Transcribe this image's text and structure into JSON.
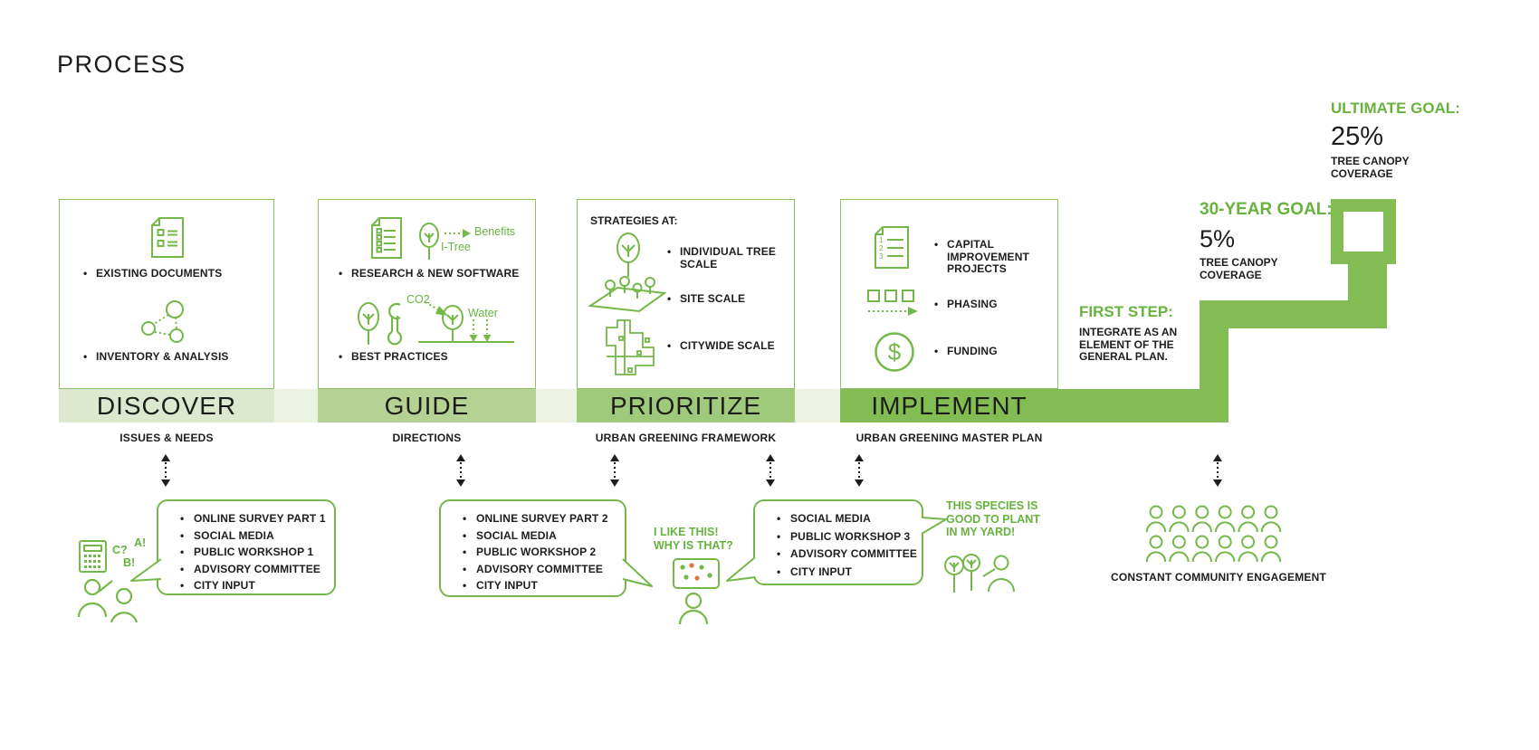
{
  "title": "PROCESS",
  "phases": [
    {
      "name": "DISCOVER",
      "subtitle": "ISSUES & NEEDS",
      "items": [
        {
          "icon": "document-icon",
          "label": "EXISTING DOCUMENTS"
        },
        {
          "icon": "network-icon",
          "label": "INVENTORY & ANALYSIS"
        }
      ]
    },
    {
      "name": "GUIDE",
      "subtitle": "DIRECTIONS",
      "items": [
        {
          "icon": "checklist-icon",
          "label": "RESEARCH & NEW SOFTWARE"
        },
        {
          "icon": "tree-wrench-icon",
          "label": "BEST PRACTICES"
        }
      ],
      "annotations": {
        "itree": "I-Tree",
        "benefits": "Benefits",
        "co2": "CO2",
        "water": "Water"
      }
    },
    {
      "name": "PRIORITIZE",
      "subtitle": "URBAN GREENING FRAMEWORK",
      "header": "STRATEGIES AT:",
      "items": [
        {
          "icon": "single-tree-icon",
          "label": "INDIVIDUAL TREE SCALE"
        },
        {
          "icon": "site-scale-icon",
          "label": "SITE SCALE"
        },
        {
          "icon": "citywide-map-icon",
          "label": "CITYWIDE SCALE"
        }
      ]
    },
    {
      "name": "IMPLEMENT",
      "subtitle": "URBAN GREENING MASTER PLAN",
      "items": [
        {
          "icon": "numbered-list-icon",
          "label": "CAPITAL IMPROVEMENT PROJECTS"
        },
        {
          "icon": "phasing-squares-icon",
          "label": "PHASING"
        },
        {
          "icon": "funding-dollar-icon",
          "label": "FUNDING"
        }
      ]
    }
  ],
  "goals": {
    "first_step": {
      "label": "FIRST STEP:",
      "text": "INTEGRATE AS AN ELEMENT OF THE GENERAL PLAN."
    },
    "year30": {
      "label": "30-YEAR GOAL:",
      "value": "5%",
      "caption": "TREE CANOPY COVERAGE"
    },
    "ultimate": {
      "label": "ULTIMATE GOAL:",
      "value": "25%",
      "caption": "TREE CANOPY COVERAGE"
    }
  },
  "engagement": {
    "bubble1": {
      "items": [
        "ONLINE SURVEY PART 1",
        "SOCIAL MEDIA",
        "PUBLIC WORKSHOP 1",
        "ADVISORY COMMITTEE",
        "CITY INPUT"
      ]
    },
    "bubble2": {
      "items": [
        "ONLINE SURVEY PART 2",
        "SOCIAL MEDIA",
        "PUBLIC WORKSHOP 2",
        "ADVISORY COMMITTEE",
        "CITY INPUT"
      ]
    },
    "bubble3": {
      "items": [
        "SOCIAL MEDIA",
        "PUBLIC WORKSHOP 3",
        "ADVISORY COMMITTEE",
        "CITY INPUT"
      ]
    },
    "letters": {
      "c": "C?",
      "a": "A!",
      "b": "B!"
    },
    "quote_like_lines": [
      "I LIKE THIS!",
      "WHY IS THAT?"
    ],
    "quote_species_lines": [
      "THIS SPECIES IS",
      "GOOD TO PLANT",
      "IN MY YARD!"
    ],
    "constant_label": "CONSTANT COMMUNITY ENGAGEMENT"
  },
  "icon_glyphs": {
    "dollar": "$",
    "one": "1",
    "two": "2",
    "three": "3"
  },
  "colors": {
    "green_line": "#74b84a",
    "green_text": "#67b33e",
    "band_discover": "#dce9cf",
    "band_guide": "#b4d293",
    "band_prioritize": "#9fc97b",
    "band_implement": "#82bc52",
    "band_connector": "#ecf3e3",
    "ink": "#1d1d1b",
    "accent_orange": "#e0763c"
  }
}
